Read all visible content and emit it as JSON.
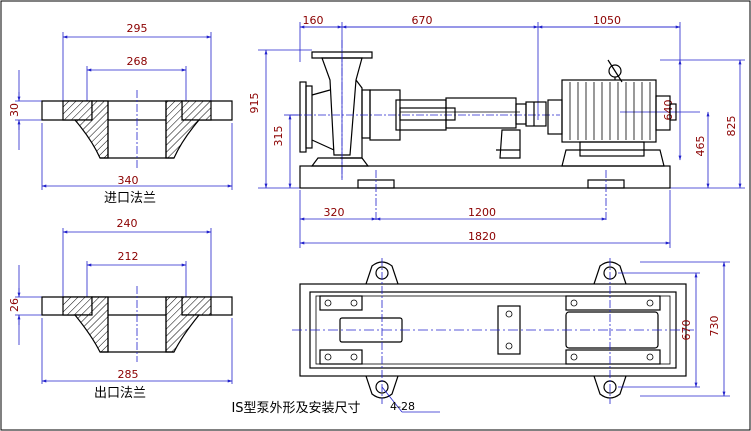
{
  "drawing": {
    "title": "IS型泵外形及安装尺寸",
    "inlet_flange": {
      "caption": "进口法兰",
      "dims": {
        "outer": "295",
        "inner": "268",
        "overall": "340",
        "thickness": "30"
      }
    },
    "outlet_flange": {
      "caption": "出口法兰",
      "dims": {
        "outer": "240",
        "inner": "212",
        "overall": "285",
        "thickness": "26"
      }
    },
    "pump_side_view": {
      "dims": {
        "top_left": "160",
        "top_mid": "670",
        "top_right": "1050",
        "height_total": "915",
        "height_inlet": "315",
        "motor_height": "640",
        "motor_axis": "465",
        "right_total": "825",
        "base_left": "320",
        "base_mid": "1200",
        "base_total": "1820"
      }
    },
    "pump_plan_view": {
      "dims": {
        "inner_width": "670",
        "outer_width": "730",
        "holes": "4-28"
      }
    }
  }
}
